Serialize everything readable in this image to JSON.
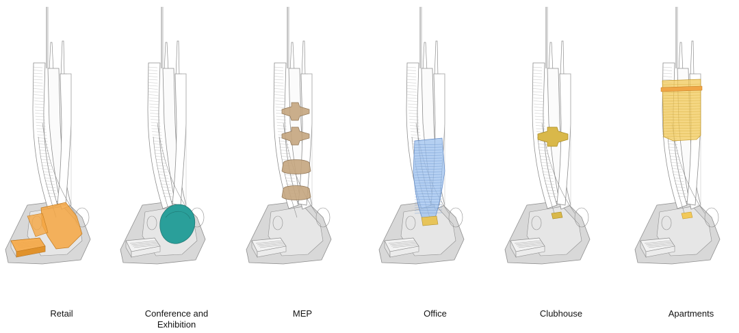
{
  "panels": [
    {
      "id": "retail",
      "label": "Retail",
      "highlight": "retail",
      "color": "#f5a642"
    },
    {
      "id": "conference",
      "label": "Conference and Exhibition",
      "highlight": "conference",
      "color": "#2a9f9a"
    },
    {
      "id": "mep",
      "label": "MEP",
      "highlight": "mep",
      "color": "#c4a57e"
    },
    {
      "id": "office",
      "label": "Office",
      "highlight": "office",
      "color": "#9cc0ee"
    },
    {
      "id": "clubhouse",
      "label": "Clubhouse",
      "highlight": "clubhouse",
      "color": "#d9b84a"
    },
    {
      "id": "apartments",
      "label": "Apartments",
      "highlight": "apartments",
      "color": "#f2c95a"
    }
  ],
  "colors": {
    "line": "#8c8c8c",
    "podium": "#d8d8d8",
    "glass": "#ffffff"
  }
}
